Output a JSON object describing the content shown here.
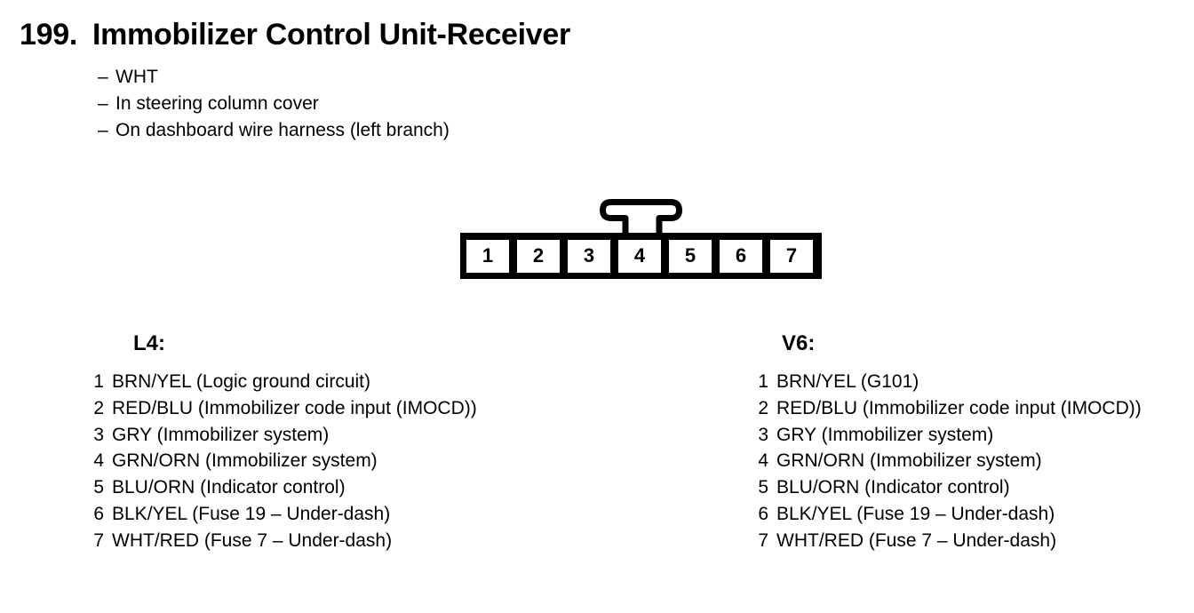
{
  "page": {
    "section_number": "199.",
    "title": "Immobilizer Control Unit-Receiver",
    "notes_dash": "–",
    "notes": [
      "WHT",
      "In steering column cover",
      "On dashboard wire harness (left branch)"
    ]
  },
  "connector": {
    "pins": [
      "1",
      "2",
      "3",
      "4",
      "5",
      "6",
      "7"
    ]
  },
  "pin_lists": [
    {
      "engine_label": "L4:",
      "pins": [
        {
          "no": "1",
          "desc": "BRN/YEL (Logic ground circuit)"
        },
        {
          "no": "2",
          "desc": "RED/BLU (Immobilizer code input (IMOCD))"
        },
        {
          "no": "3",
          "desc": "GRY (Immobilizer system)"
        },
        {
          "no": "4",
          "desc": "GRN/ORN (Immobilizer system)"
        },
        {
          "no": "5",
          "desc": "BLU/ORN (Indicator control)"
        },
        {
          "no": "6",
          "desc": "BLK/YEL (Fuse 19 – Under-dash)"
        },
        {
          "no": "7",
          "desc": "WHT/RED (Fuse 7 – Under-dash)"
        }
      ]
    },
    {
      "engine_label": "V6:",
      "pins": [
        {
          "no": "1",
          "desc": "BRN/YEL (G101)"
        },
        {
          "no": "2",
          "desc": "RED/BLU (Immobilizer code input (IMOCD))"
        },
        {
          "no": "3",
          "desc": "GRY (Immobilizer system)"
        },
        {
          "no": "4",
          "desc": "GRN/ORN (Immobilizer system)"
        },
        {
          "no": "5",
          "desc": "BLU/ORN (Indicator control)"
        },
        {
          "no": "6",
          "desc": "BLK/YEL (Fuse 19 – Under-dash)"
        },
        {
          "no": "7",
          "desc": "WHT/RED (Fuse 7 – Under-dash)"
        }
      ]
    }
  ],
  "colors": {
    "ink": "#000000",
    "paper": "#ffffff"
  }
}
